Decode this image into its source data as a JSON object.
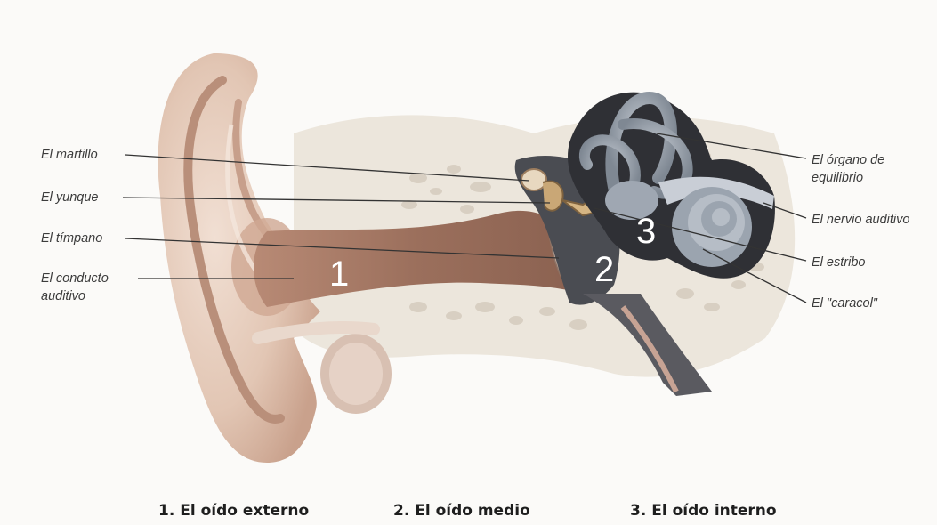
{
  "labels": {
    "martillo": "El martillo",
    "yunque": "El yunque",
    "timpano": "El tímpano",
    "conducto_line1": "El conducto",
    "conducto_line2": "auditivo",
    "organo_line1": "El órgano de",
    "organo_line2": "equilibrio",
    "nervio": "El nervio auditivo",
    "estribo": "El estribo",
    "caracol": "El \"caracol\""
  },
  "region_numbers": {
    "externo": "1",
    "medio": "2",
    "interno": "3"
  },
  "captions": {
    "externo": "1. El oído externo",
    "medio": "2. El oído medio",
    "interno": "3. El oído interno"
  },
  "colors": {
    "skin": "#e6cfc0",
    "skin_dark": "#b98f7a",
    "canal": "#a27764",
    "bone": "#ece6dc",
    "cavity": "#4a4c52",
    "inner_ear": "#9fa7b2",
    "leader_line": "#333333"
  }
}
